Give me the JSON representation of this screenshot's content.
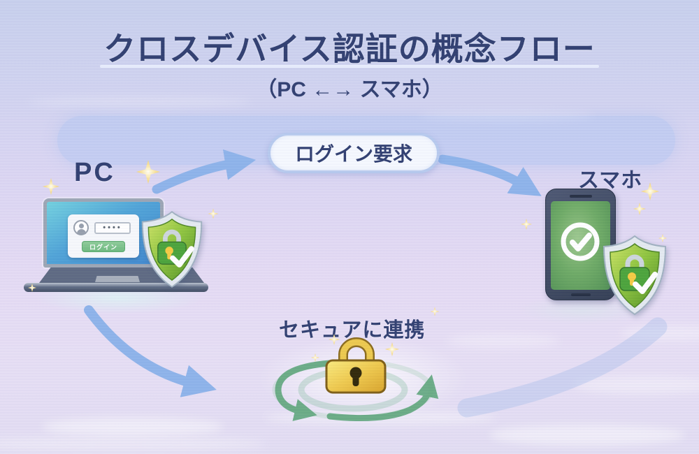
{
  "header": {
    "title": "クロスデバイス認証の概念フロー",
    "subtitle": "（PC ←→ スマホ）"
  },
  "devices": {
    "pc": {
      "label": "PC"
    },
    "smartphone": {
      "label": "スマホ"
    }
  },
  "flow": {
    "login_request": "ログイン要求",
    "secure_link": "セキュアに連携"
  },
  "pc_screen": {
    "password_value": "••••",
    "login_button": "ログイン"
  },
  "icons": {
    "sparkle": "four-point-star",
    "pc_shield": "shield-with-lock-and-check",
    "phone_shield": "shield-with-lock-and-check",
    "phone_check": "check-circle",
    "padlock": "gold-padlock",
    "sync": "circular-arrows",
    "avatar": "person-circle"
  },
  "colors": {
    "heading_text": "#2d3c6e",
    "arrow_blue": "#8cb2e9",
    "pill_border": "#b6c9ed",
    "shield_green": "#5c9b23",
    "lock_green": "#49a238",
    "lock_gold": "#e9bd35",
    "login_button_green": "#7cc48b",
    "sync_green": "#5da57a",
    "background_top": "#c7cfec",
    "background_bottom": "#e6def4"
  }
}
